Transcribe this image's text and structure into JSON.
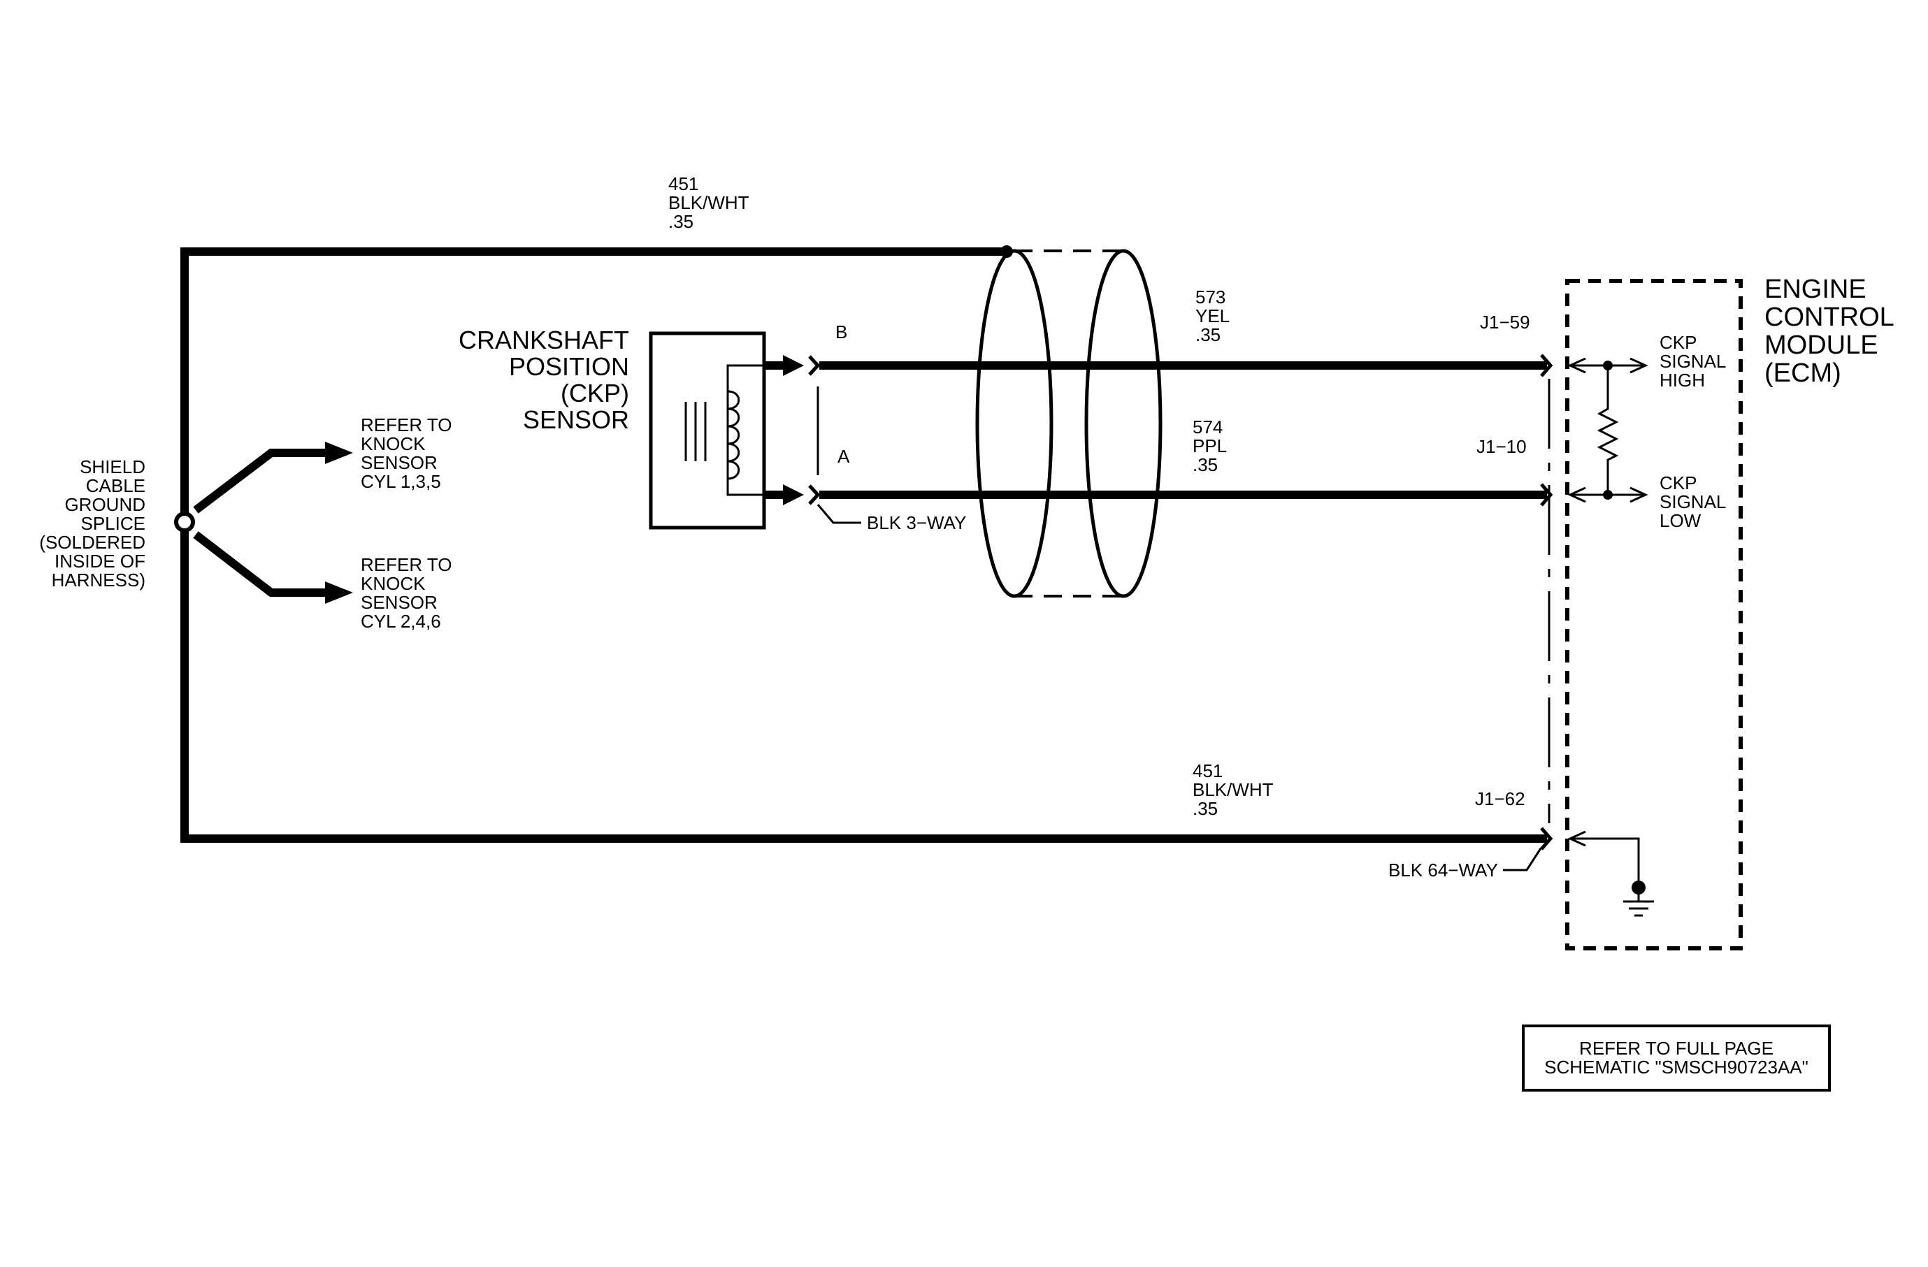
{
  "wires": {
    "top_shield": {
      "circuit": "451",
      "color": "BLK/WHT",
      "gauge": ".35"
    },
    "ckp_high": {
      "circuit": "573",
      "color": "YEL",
      "gauge": ".35"
    },
    "ckp_low": {
      "circuit": "574",
      "color": "PPL",
      "gauge": ".35"
    },
    "bottom_shield": {
      "circuit": "451",
      "color": "BLK/WHT",
      "gauge": ".35"
    }
  },
  "sensor": {
    "line1": "CRANKSHAFT",
    "line2": "POSITION",
    "line3": "(CKP)",
    "line4": "SENSOR",
    "pin_b": "B",
    "pin_a": "A",
    "connector": "BLK 3−WAY"
  },
  "splice": {
    "line1": "SHIELD",
    "line2": "CABLE",
    "line3": "GROUND",
    "line4": "SPLICE",
    "line5": "(SOLDERED",
    "line6": "INSIDE OF",
    "line7": "HARNESS)"
  },
  "knock_refs": {
    "upper": {
      "line1": "REFER TO",
      "line2": "KNOCK",
      "line3": "SENSOR",
      "line4": "CYL 1,3,5"
    },
    "lower": {
      "line1": "REFER TO",
      "line2": "KNOCK",
      "line3": "SENSOR",
      "line4": "CYL 2,4,6"
    }
  },
  "ecm": {
    "line1": "ENGINE",
    "line2": "CONTROL",
    "line3": "MODULE",
    "line4": "(ECM)",
    "pin_high": "J1−59",
    "pin_low": "J1−10",
    "pin_ground": "J1−62",
    "connector": "BLK 64−WAY",
    "signal_high": {
      "line1": "CKP",
      "line2": "SIGNAL",
      "line3": "HIGH"
    },
    "signal_low": {
      "line1": "CKP",
      "line2": "SIGNAL",
      "line3": "LOW"
    }
  },
  "reference": {
    "line1": "REFER TO FULL PAGE",
    "line2": "SCHEMATIC \"SMSCH90723AA\""
  },
  "colors": {
    "ink": "#000000",
    "background": "#ffffff"
  }
}
